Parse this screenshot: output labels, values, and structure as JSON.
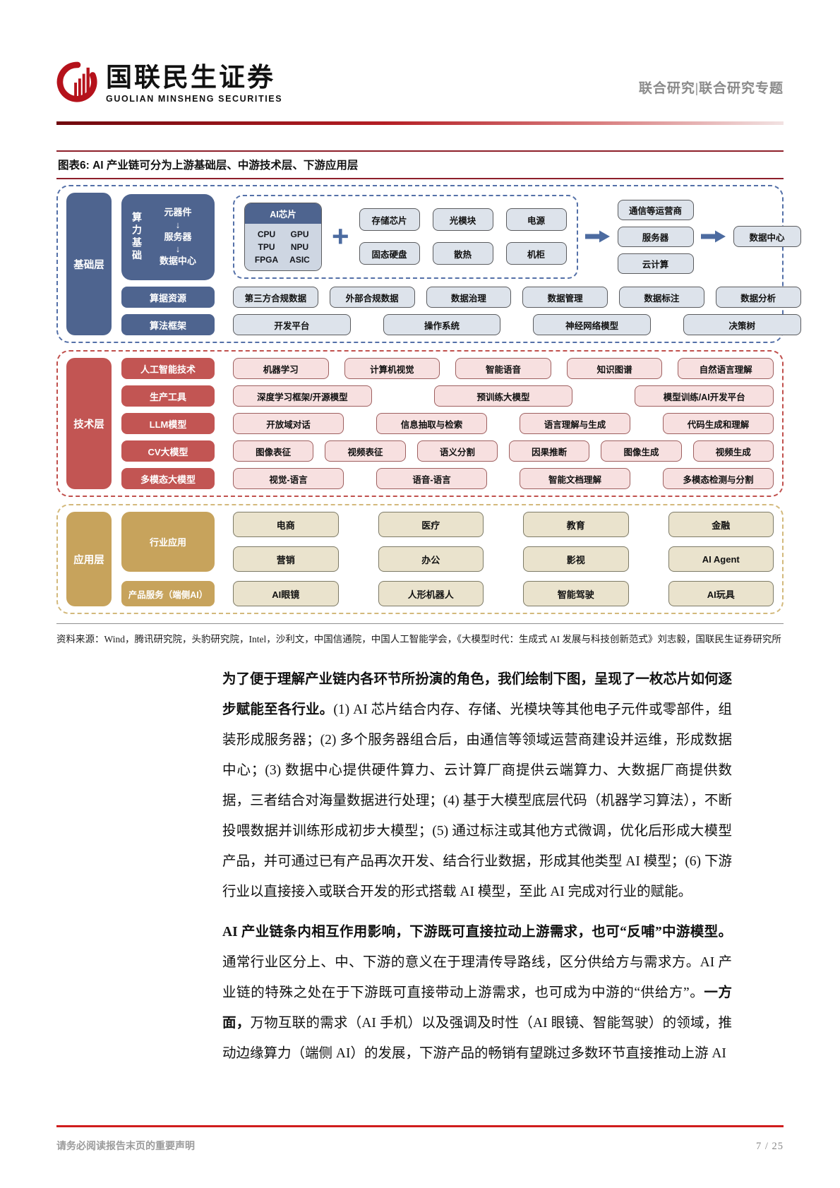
{
  "header": {
    "brand_cn": "国联民生证券",
    "brand_en": "GUOLIAN MINSHENG SECURITIES",
    "report_type": "联合研究|联合研究专题"
  },
  "figure": {
    "title": "图表6: AI 产业链可分为上游基础层、中游技术层、下游应用层",
    "source": "资料来源：Wind，腾讯研究院，头豹研究院，Intel，沙利文，中国信通院，中国人工智能学会，《大模型时代：生成式 AI 发展与科技创新范式》刘志毅，国联民生证券研究所"
  },
  "glyphs": {
    "down_arrow": "↓",
    "plus": "+"
  },
  "diagram": {
    "base": {
      "tab": "基础层",
      "power": {
        "vertical_label": "算力基础",
        "chain": [
          "元器件",
          "服务器",
          "数据中心"
        ]
      },
      "chip": {
        "title": "AI芯片",
        "items": [
          "CPU",
          "GPU",
          "TPU",
          "NPU",
          "FPGA",
          "ASIC"
        ]
      },
      "components": [
        "存储芯片",
        "光模块",
        "电源",
        "固态硬盘",
        "散热",
        "机柜"
      ],
      "operators": [
        "通信等运营商",
        "服务器",
        "云计算"
      ],
      "datacenter": "数据中心",
      "rows": [
        {
          "label": "算据资源",
          "items": [
            "第三方合规数据",
            "外部合规数据",
            "数据治理",
            "数据管理",
            "数据标注",
            "数据分析"
          ]
        },
        {
          "label": "算法框架",
          "items": [
            "开发平台",
            "操作系统",
            "神经网络模型",
            "决策树"
          ]
        }
      ]
    },
    "tech": {
      "tab": "技术层",
      "rows": [
        {
          "label": "人工智能技术",
          "items": [
            "机器学习",
            "计算机视觉",
            "智能语音",
            "知识图谱",
            "自然语言理解"
          ]
        },
        {
          "label": "生产工具",
          "items": [
            "深度学习框架/开源模型",
            "预训练大模型",
            "模型训练/AI开发平台"
          ]
        },
        {
          "label": "LLM模型",
          "items": [
            "开放域对话",
            "信息抽取与检索",
            "语言理解与生成",
            "代码生成和理解"
          ]
        },
        {
          "label": "CV大模型",
          "items": [
            "图像表征",
            "视频表征",
            "语义分割",
            "因果推断",
            "图像生成",
            "视频生成"
          ]
        },
        {
          "label": "多模态大模型",
          "items": [
            "视觉-语言",
            "语音-语言",
            "智能文档理解",
            "多模态检测与分割"
          ]
        }
      ]
    },
    "app": {
      "tab": "应用层",
      "industry": {
        "label": "行业应用",
        "row1": [
          "电商",
          "医疗",
          "教育",
          "金融"
        ],
        "row2": [
          "营销",
          "办公",
          "影视",
          "AI Agent"
        ]
      },
      "products": {
        "label": "产品服务（端侧AI）",
        "items": [
          "AI眼镜",
          "人形机器人",
          "智能驾驶",
          "AI玩具"
        ]
      }
    }
  },
  "body": {
    "p1_bold": "为了便于理解产业链内各环节所扮演的角色，我们绘制下图，呈现了一枚芯片如何逐步赋能至各行业。",
    "p1_rest": "(1) AI 芯片结合内存、存储、光模块等其他电子元件或零部件，组装形成服务器；(2) 多个服务器组合后，由通信等领域运营商建设并运维，形成数据中心；(3) 数据中心提供硬件算力、云计算厂商提供云端算力、大数据厂商提供数据，三者结合对海量数据进行处理；(4) 基于大模型底层代码（机器学习算法），不断投喂数据并训练形成初步大模型；(5) 通过标注或其他方式微调，优化后形成大模型产品，并可通过已有产品再次开发、结合行业数据，形成其他类型 AI 模型；(6) 下游行业以直接接入或联合开发的形式搭载 AI 模型，至此 AI 完成对行业的赋能。",
    "p2_bold1": "AI 产业链条内相互作用影响，下游既可直接拉动上游需求，也可“反哺”中游模型。",
    "p2_rest1": "通常行业区分上、中、下游的意义在于理清传导路线，区分供给方与需求方。AI 产业链的特殊之处在于下游既可直接带动上游需求，也可成为中游的“供给方”。",
    "p2_bold2": "一方面，",
    "p2_rest2": "万物互联的需求（AI 手机）以及强调及时性（AI 眼镜、智能驾驶）的领域，推动边缘算力（端侧 AI）的发展，下游产品的畅销有望跳过多数环节直接推动上游 AI"
  },
  "footer": {
    "disclaimer": "请务必阅读报告末页的重要声明",
    "page": "7 / 25"
  },
  "colors": {
    "brand_red": "#b5121b",
    "rule_red": "#8e1f2a",
    "footer_red": "#d01d1d",
    "base_blue": "#4e648f",
    "base_light": "#dde3eb",
    "tech_red": "#c25553",
    "tech_light": "#f7e0e0",
    "app_gold": "#c7a35c",
    "app_light": "#eae3cd",
    "arrow_blue": "#4c6ba0"
  }
}
